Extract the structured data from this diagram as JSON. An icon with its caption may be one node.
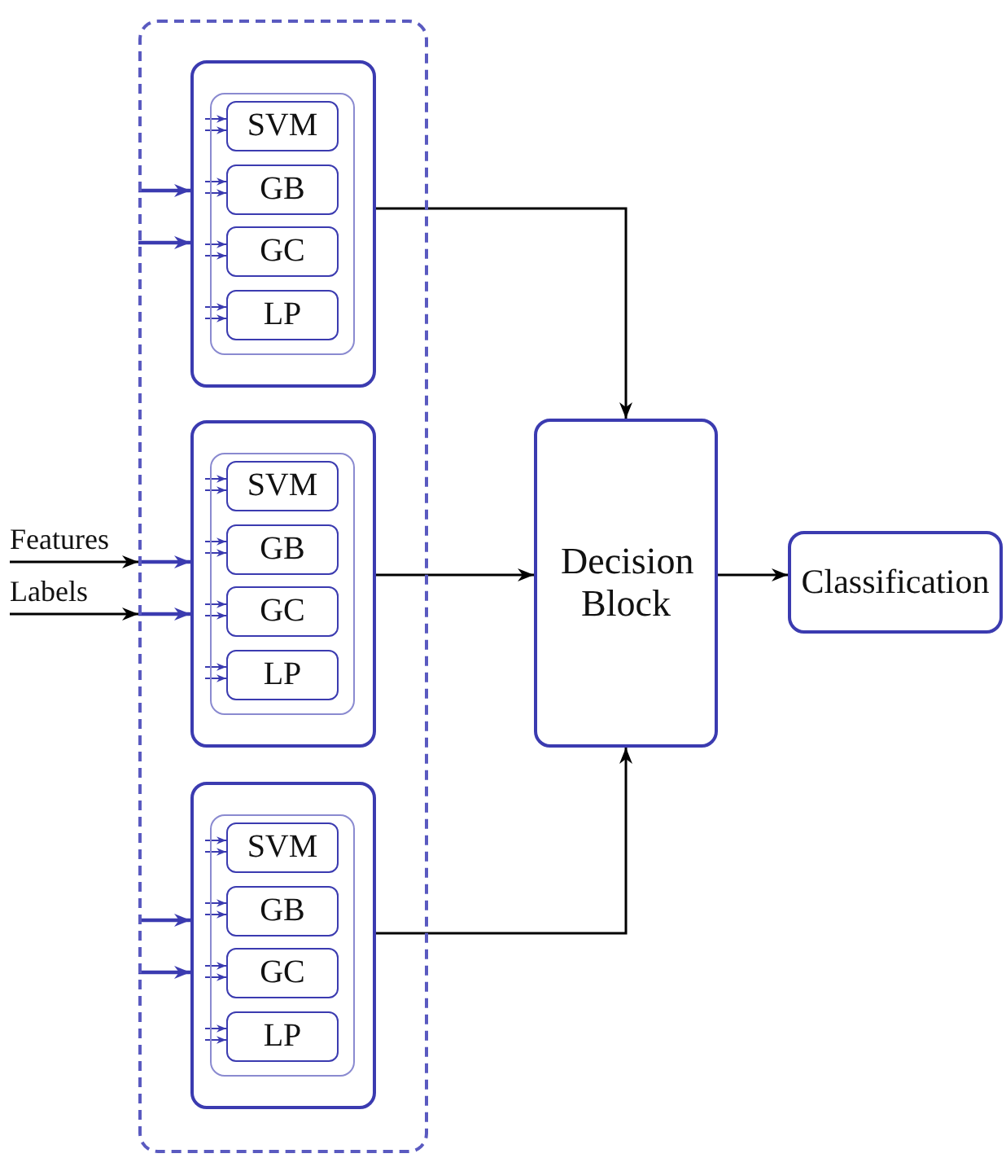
{
  "diagram": {
    "nodes": [
      {
        "text": [],
        "shape": "box"
      },
      {
        "text": [],
        "shape": "box",
        "in": 0
      },
      {
        "text": [],
        "shape": "box",
        "in": 1
      },
      {
        "text": [
          "SVM"
        ],
        "in": 2
      },
      {
        "text": [
          "GB"
        ],
        "in": 2
      },
      {
        "text": [
          "GC"
        ],
        "in": 2
      },
      {
        "text": [
          "LP"
        ],
        "in": 2
      },
      {
        "text": [],
        "shape": "box",
        "in": 0
      },
      {
        "text": [],
        "shape": "box",
        "in": 7
      },
      {
        "text": [
          "SVM"
        ],
        "in": 8
      },
      {
        "text": [
          "GB"
        ],
        "in": 8
      },
      {
        "text": [
          "GC"
        ],
        "in": 8
      },
      {
        "text": [
          "LP"
        ],
        "in": 8
      },
      {
        "text": [],
        "shape": "box",
        "in": 0
      },
      {
        "text": [],
        "shape": "box",
        "in": 13
      },
      {
        "text": [
          "SVM"
        ],
        "in": 14
      },
      {
        "text": [
          "GB"
        ],
        "in": 14
      },
      {
        "text": [
          "GC"
        ],
        "in": 14
      },
      {
        "text": [
          "LP"
        ],
        "in": 14
      },
      {
        "text": [
          "Features"
        ]
      },
      {
        "text": [
          "Labels"
        ]
      },
      {
        "text": [
          "Decision Block"
        ]
      },
      {
        "text": [
          "Classification"
        ]
      }
    ],
    "edges": [
      {
        "from": 19,
        "to": 0,
        "arrow": "to",
        "color": "#000000"
      },
      {
        "from": 0,
        "to": 7,
        "arrow": "to"
      },
      {
        "from": 20,
        "to": 0,
        "arrow": "to",
        "color": "#000000"
      },
      {
        "from": 0,
        "to": 7,
        "arrow": "to"
      },
      {
        "from": 0,
        "to": 1,
        "arrow": "to"
      },
      {
        "from": 0,
        "to": 1,
        "arrow": "to"
      },
      {
        "from": 0,
        "to": 13,
        "arrow": "to"
      },
      {
        "from": 0,
        "to": 13,
        "arrow": "to"
      },
      {
        "from": null,
        "to": 3,
        "arrow": "to"
      },
      {
        "from": null,
        "to": 3,
        "arrow": "to"
      },
      {
        "from": null,
        "to": 4,
        "arrow": "to"
      },
      {
        "from": null,
        "to": 4,
        "arrow": "to"
      },
      {
        "from": null,
        "to": 5,
        "arrow": "to"
      },
      {
        "from": null,
        "to": 5,
        "arrow": "to"
      },
      {
        "from": null,
        "to": 6,
        "arrow": "to"
      },
      {
        "from": null,
        "to": 6,
        "arrow": "to"
      },
      {
        "from": null,
        "to": 9,
        "arrow": "to"
      },
      {
        "from": null,
        "to": 9,
        "arrow": "to"
      },
      {
        "from": null,
        "to": 10,
        "arrow": "to"
      },
      {
        "from": null,
        "to": 10,
        "arrow": "to"
      },
      {
        "from": null,
        "to": 11,
        "arrow": "to"
      },
      {
        "from": null,
        "to": 11,
        "arrow": "to"
      },
      {
        "from": null,
        "to": 12,
        "arrow": "to"
      },
      {
        "from": null,
        "to": 12,
        "arrow": "to"
      },
      {
        "from": null,
        "to": 15,
        "arrow": "to"
      },
      {
        "from": null,
        "to": 15,
        "arrow": "to"
      },
      {
        "from": null,
        "to": 16,
        "arrow": "to"
      },
      {
        "from": null,
        "to": 16,
        "arrow": "to"
      },
      {
        "from": null,
        "to": 17,
        "arrow": "to"
      },
      {
        "from": null,
        "to": 17,
        "arrow": "to"
      },
      {
        "from": null,
        "to": 18,
        "arrow": "to"
      },
      {
        "from": null,
        "to": 18,
        "arrow": "to"
      },
      {
        "from": 1,
        "to": 21,
        "arrow": "to",
        "color": "#000000"
      },
      {
        "from": 7,
        "to": 21,
        "arrow": "to",
        "color": "#000000"
      },
      {
        "from": 13,
        "to": 21,
        "arrow": "to",
        "color": "#000000"
      },
      {
        "from": 21,
        "to": 22,
        "arrow": "to",
        "color": "#000000"
      }
    ]
  }
}
